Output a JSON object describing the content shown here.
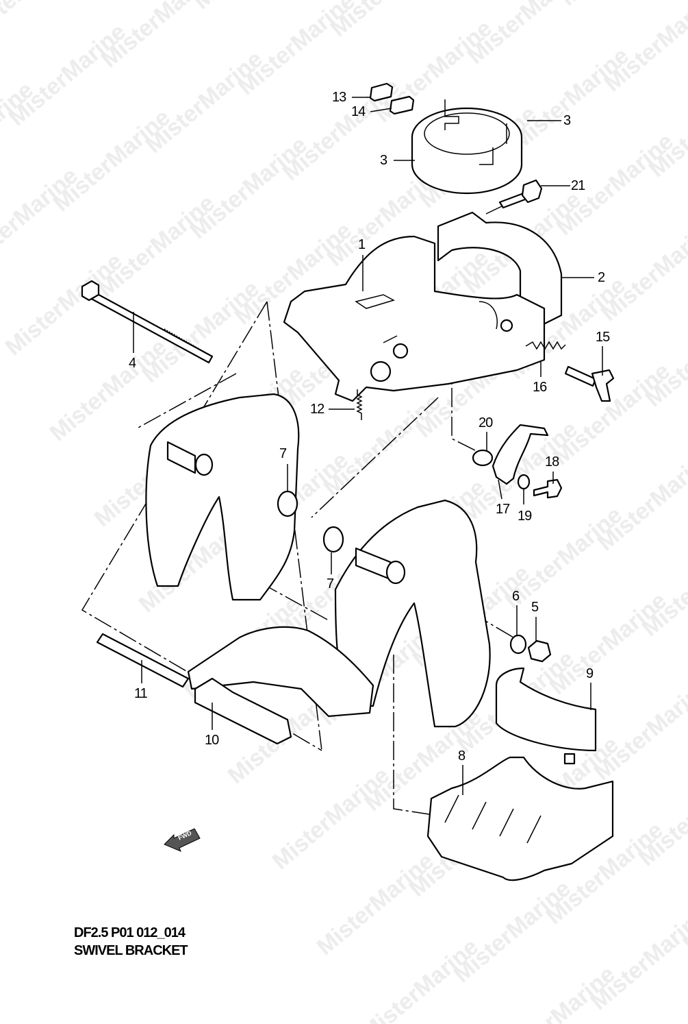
{
  "watermark": "MisterMarine",
  "diagram": {
    "code": "DF2.5 P01 012_014",
    "title": "SWIVEL BRACKET",
    "fwd_arrow": "FWD",
    "callouts": [
      "13",
      "14",
      "3",
      "3",
      "21",
      "1",
      "2",
      "4",
      "15",
      "16",
      "12",
      "20",
      "7",
      "18",
      "17",
      "19",
      "7",
      "6",
      "5",
      "9",
      "11",
      "10",
      "8"
    ]
  }
}
